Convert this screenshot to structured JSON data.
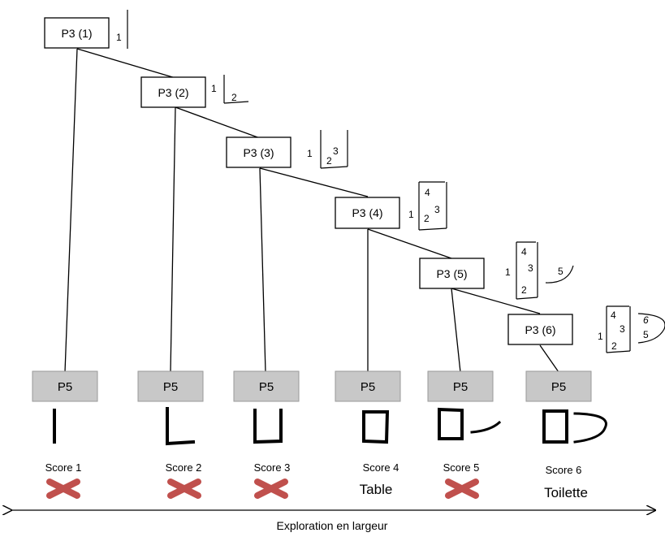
{
  "nodes": {
    "p3_1": "P3 (1)",
    "p3_2": "P3 (2)",
    "p3_3": "P3 (3)",
    "p3_4": "P3 (4)",
    "p3_5": "P3 (5)",
    "p3_6": "P3 (6)"
  },
  "leaves": [
    "P5",
    "P5",
    "P5",
    "P5",
    "P5",
    "P5"
  ],
  "sketch_numbers": {
    "one": "1",
    "two": "2",
    "three": "3",
    "four": "4",
    "five": "5",
    "six": "6"
  },
  "scores": [
    "Score 1",
    "Score 2",
    "Score 3",
    "Score 4",
    "Score 5",
    "Score 6"
  ],
  "results": {
    "score4": "Table",
    "score6": "Toilette"
  },
  "axis": {
    "label": "Exploration en largeur"
  },
  "colors": {
    "leaf_fill": "#c8c8c8",
    "cross": "#c0504d"
  }
}
